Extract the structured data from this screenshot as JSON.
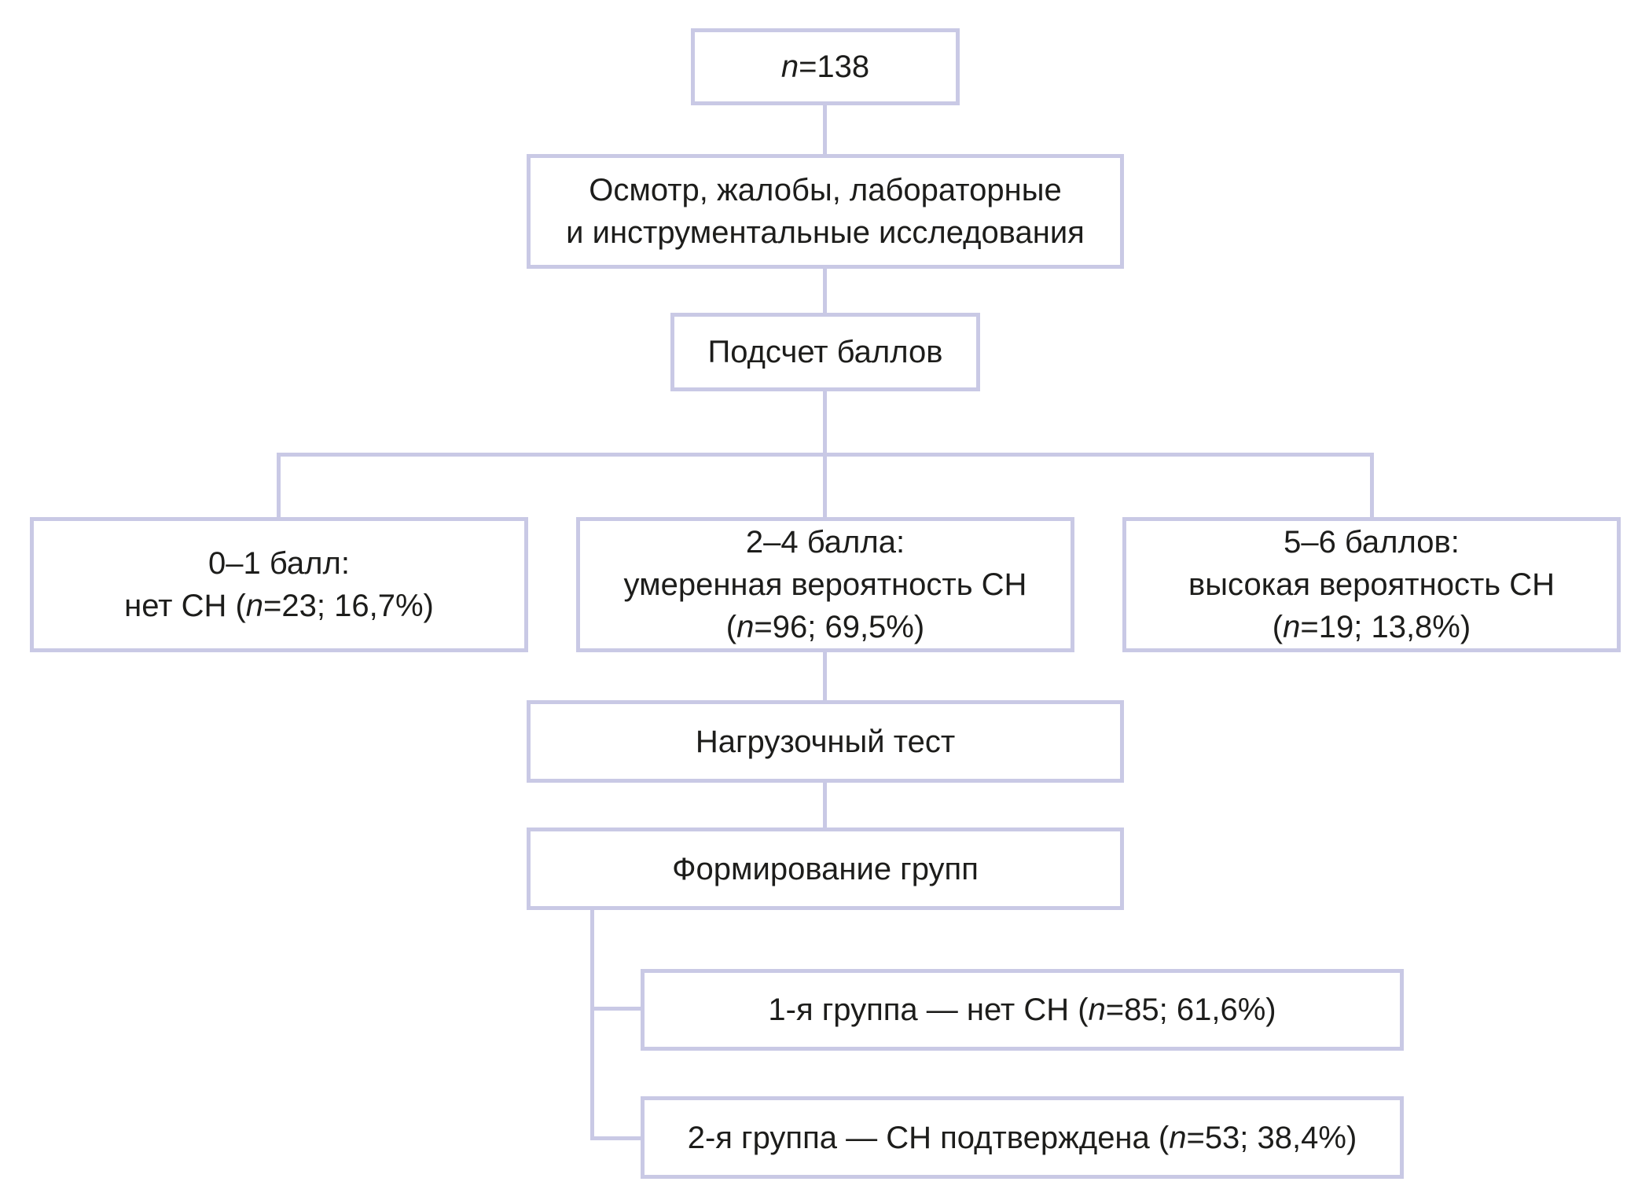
{
  "figure": {
    "kind": "study-flowchart",
    "language": "ru"
  },
  "colors": {
    "background": "#ffffff",
    "box_fill": "#ffffff",
    "line": "#c9c9e5",
    "text": "#1d1d1b"
  },
  "nodes": {
    "total": {
      "n_label": "n",
      "n_value": "=138"
    },
    "exam": {
      "line1": "Осмотр, жалобы, лабораторные",
      "line2": "и инструментальные исследования"
    },
    "score": {
      "line1": "Подсчет баллов"
    },
    "low": {
      "line1": "0–1 балл:",
      "line2_pre": "нет СН (",
      "line2_n": "n",
      "line2_post": "=23; 16,7%)"
    },
    "moderate": {
      "line1": "2–4 балла:",
      "line2": "умеренная вероятность СН",
      "line3_pre": "(",
      "line3_n": "n",
      "line3_post": "=96; 69,5%)"
    },
    "high": {
      "line1": "5–6 баллов:",
      "line2": "высокая вероятность СН",
      "line3_pre": "(",
      "line3_n": "n",
      "line3_post": "=19; 13,8%)"
    },
    "stress": {
      "line1": "Нагрузочный тест"
    },
    "groups": {
      "line1": "Формирование групп"
    },
    "group1": {
      "line1_pre": "1-я группа — нет СН (",
      "line1_n": "n",
      "line1_post": "=85; 61,6%)"
    },
    "group2": {
      "line1_pre": "2-я группа — СН подтверждена (",
      "line1_n": "n",
      "line1_post": "=53; 38,4%)"
    }
  }
}
